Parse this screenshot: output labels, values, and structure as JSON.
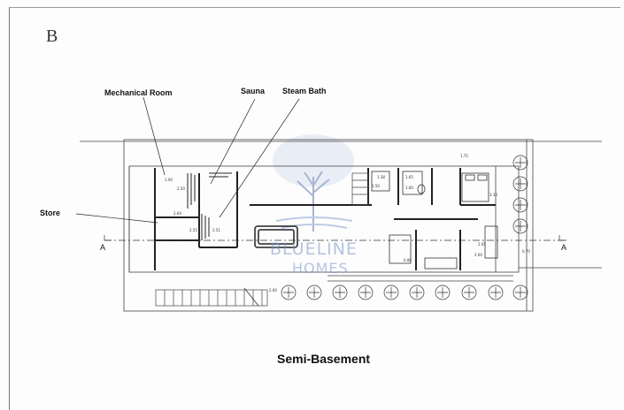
{
  "sheet_letter": "B",
  "labels": {
    "mechanical_room": "Mechanical Room",
    "sauna": "Sauna",
    "steam_bath": "Steam Bath",
    "store": "Store"
  },
  "section_marks": {
    "left": "A",
    "right": "A"
  },
  "watermark": {
    "line1": "BLUELINE",
    "line2": "HOMES"
  },
  "title": "Semi-Basement",
  "dimensions": [
    "1.00",
    "2.50",
    "2.64",
    "2.55",
    "2.51",
    "1.75",
    "3.10",
    "1.50",
    "1.60",
    "2.65",
    "2.60",
    "0.70",
    "0.80",
    "2.00",
    "1.38",
    "1.65"
  ]
}
